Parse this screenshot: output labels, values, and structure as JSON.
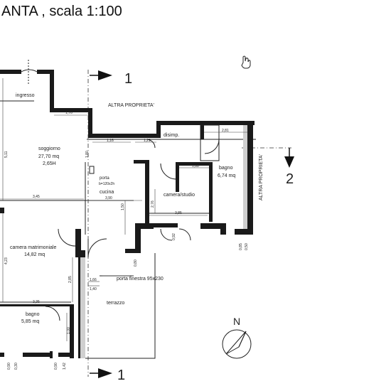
{
  "title": "ANTA , scala 1:100",
  "rooms": {
    "ingresso": "ingresso",
    "altra_proprieta_top": "ALTRA PROPRIETA'",
    "disimp": "disimp.",
    "soggiorno": "soggiorno",
    "soggiorno_area": "27,70 mq",
    "soggiorno_h": "2,65H",
    "bagno_right": "bagno",
    "bagno_right_area": "6,74 mq",
    "altra_proprieta_right": "ALTRA PROPRIETA'",
    "porta": "porta",
    "porta_size": "b=120x2h",
    "cucina": "cucina",
    "camera_studio": "camera/studio",
    "camera_matrimoniale": "camera matrimoniale",
    "camera_matrimoniale_area": "14,82 mq",
    "porta_finestra": "porta finestra 95x230",
    "terrazzo": "terrazzo",
    "bagno_left": "bagno",
    "bagno_left_area": "5,85 mq"
  },
  "sections": {
    "top": "1",
    "right": "2",
    "bottom": "1"
  },
  "north": "N",
  "dimensions": {
    "d176": "1,76",
    "d116": "1,16",
    "d121": "1,21",
    "d281": "2,81",
    "d188": "1,88",
    "d345": "3,45",
    "d390": "3,90",
    "d385": "3,85",
    "d511": "5,11",
    "d180": "1,80",
    "d150": "1,50",
    "d276": "2,76",
    "d423": "4,23",
    "d285": "2,85",
    "d166": "1,66",
    "d140": "1,40",
    "d335": "3,35",
    "d090a": "0,90",
    "d090b": "0,90",
    "d142": "1,42",
    "d050": "0,50",
    "d030": "0,30",
    "d100": "1,00",
    "d080": "0,80",
    "d085": "0,85",
    "d092": "0,92"
  }
}
